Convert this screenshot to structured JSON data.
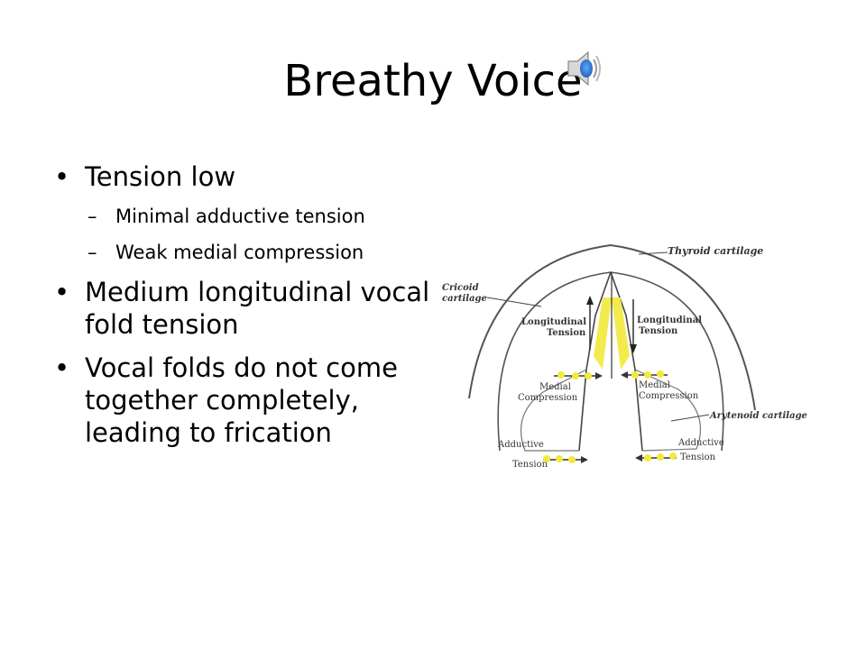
{
  "slide": {
    "title": "Breathy Voice",
    "speaker_icon": "speaker-icon",
    "bullets": [
      {
        "text": "Tension low"
      },
      {
        "text": "Minimal adductive tension"
      },
      {
        "text": "Weak medial compression"
      },
      {
        "text": "Medium longitudinal vocal fold tension"
      },
      {
        "text": "Vocal folds do not come together completely, leading to frication"
      }
    ],
    "bullet_glyph": "•",
    "dash_glyph": "–"
  },
  "diagram": {
    "labels": {
      "thyroid": "Thyroid cartilage",
      "cricoid_1": "Cricoid",
      "cricoid_2": "cartilage",
      "long_left_1": "Longitudinal",
      "long_left_2": "Tension",
      "long_right_1": "Longitudinal",
      "long_right_2": "Tension",
      "medial_left_1": "Medial",
      "medial_left_2": "Compression",
      "medial_right_1": "Medial",
      "medial_right_2": "Compression",
      "arytenoid": "Arytenoid cartilage",
      "add_left_1": "Adductive",
      "add_left_2": "Tension",
      "add_right_1": "Adductive",
      "add_right_2": "Tension"
    },
    "colors": {
      "highlight": "#f2e93b",
      "line": "#555555",
      "speaker_blue": "#1f6fd0"
    }
  }
}
